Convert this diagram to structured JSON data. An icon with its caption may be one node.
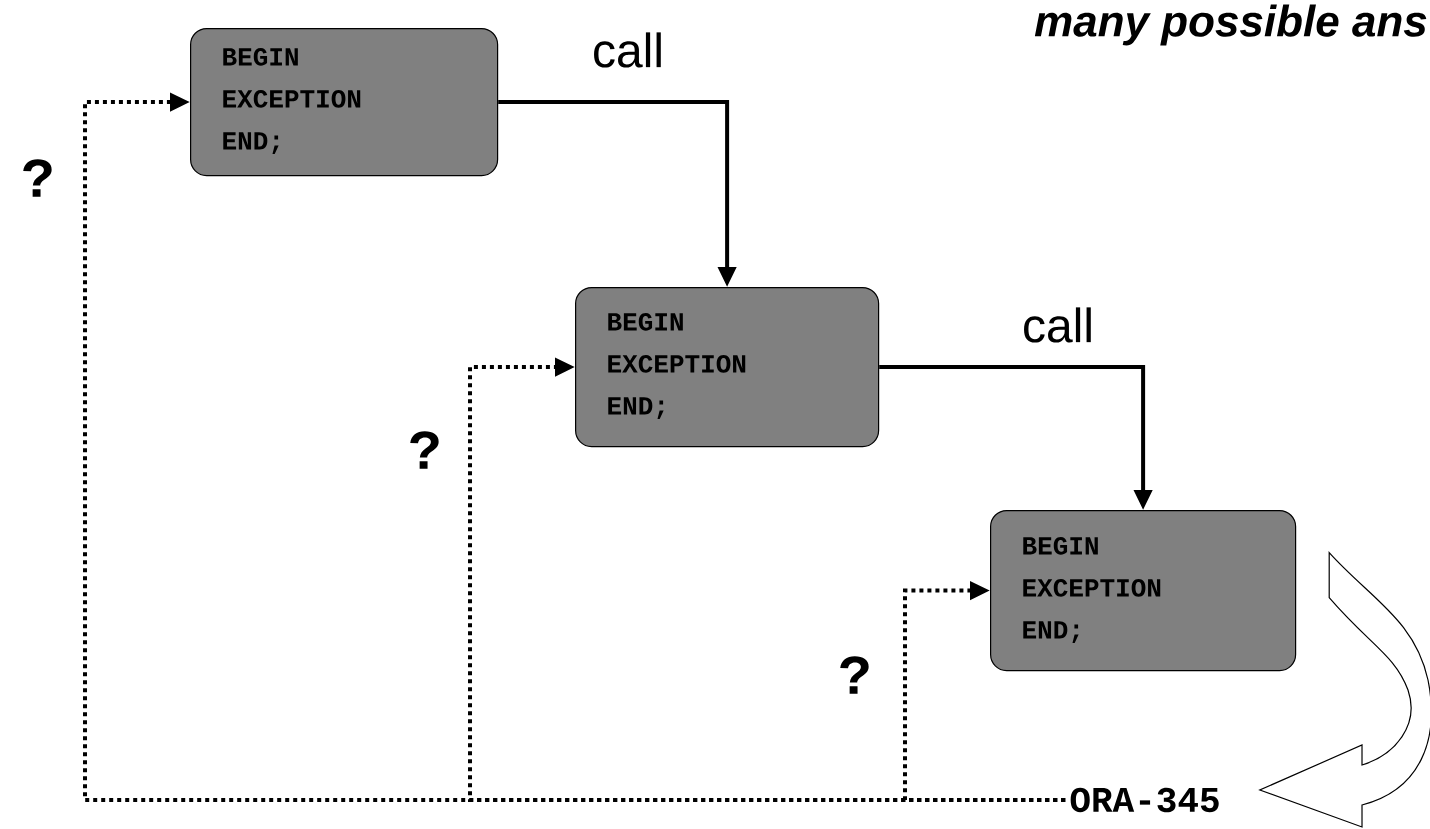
{
  "diagram": {
    "title": "many possible ans",
    "nodes": [
      {
        "text": [
          "BEGIN",
          "EXCEPTION",
          "END;"
        ]
      },
      {
        "text": [
          "BEGIN",
          "EXCEPTION",
          "END;"
        ]
      },
      {
        "text": [
          "BEGIN",
          "EXCEPTION",
          "END;"
        ]
      },
      {
        "text": [
          "ORA-345"
        ]
      }
    ],
    "edges": [
      {
        "from": 0,
        "to": 1,
        "arrow": "to",
        "label": "call"
      },
      {
        "from": 1,
        "to": 2,
        "arrow": "to",
        "label": "call"
      },
      {
        "from": 2,
        "to": 3,
        "arrow": "to",
        "style": "thick"
      },
      {
        "from": 3,
        "to": 0,
        "arrow": "to",
        "style": "dashed",
        "label": "?"
      },
      {
        "from": 3,
        "to": 1,
        "arrow": "to",
        "style": "dashed",
        "label": "?"
      },
      {
        "from": 3,
        "to": 2,
        "arrow": "to",
        "style": "dashed",
        "label": "?"
      }
    ]
  }
}
